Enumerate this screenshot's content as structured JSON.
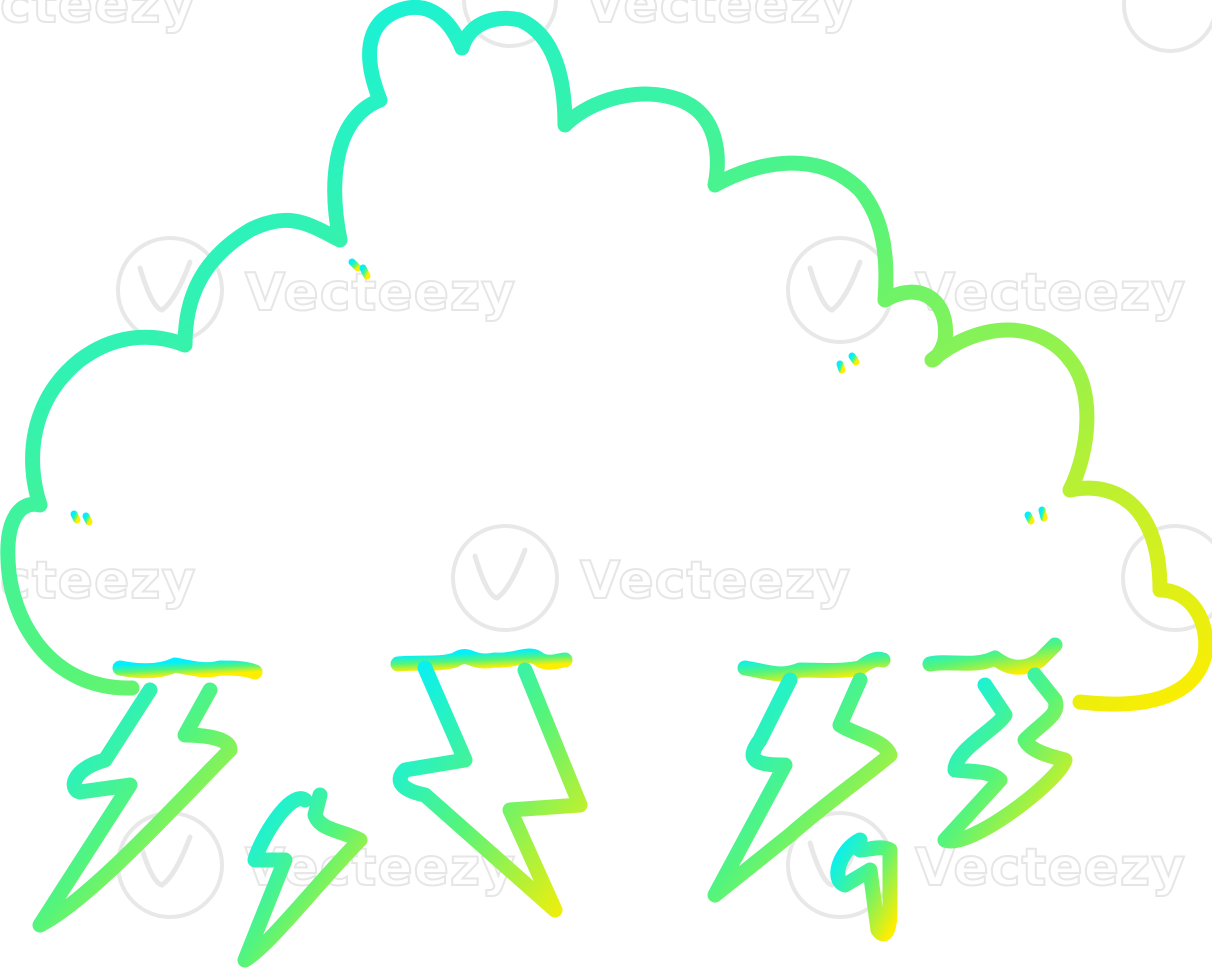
{
  "illustration": {
    "subject": "cartoon storm cloud with lightning bolts",
    "gradient": {
      "start_color": "#00f0ff",
      "mid_color": "#56f47a",
      "end_color": "#ffee00"
    },
    "background_color": "#ffffff",
    "line_color_highlight": "#ffffff"
  },
  "watermark": {
    "brand": "Vecteezy",
    "fragment": "cteezy",
    "color": "#e6e6e6",
    "icon": "v-logo-icon"
  }
}
